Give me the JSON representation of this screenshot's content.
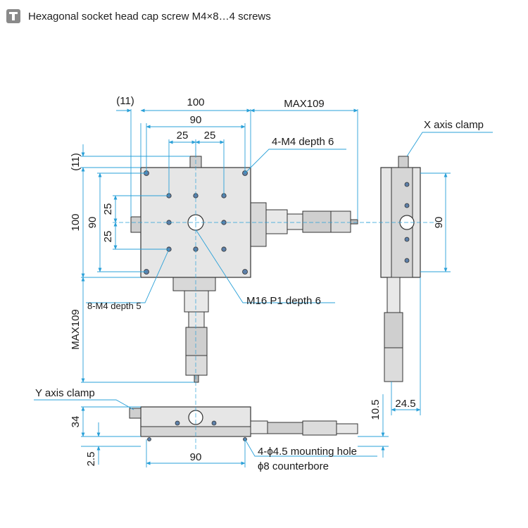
{
  "header": {
    "icon": "screw-icon",
    "text": "Hexagonal socket head cap screw M4×8…4 screws"
  },
  "colors": {
    "dimension_line": "#2aa0d8",
    "stage_body": "#e6e6e6",
    "hole": "#5c7fa8",
    "outline": "#333333"
  },
  "labels": {
    "dim_11_top": "(11)",
    "dim_100_top": "100",
    "dim_max109_top": "MAX109",
    "dim_90_top": "90",
    "dim_25_left": "25",
    "dim_25_right": "25",
    "dim_11_left": "(11)",
    "dim_100_left": "100",
    "dim_90_left": "90",
    "dim_25_upper": "25",
    "dim_25_lower": "25",
    "dim_max109_left": "MAX109",
    "callout_m4_depth6": "4-M4 depth 6",
    "callout_8m4_depth5": "8-M4 depth 5",
    "callout_m16": "M16 P1 depth 6",
    "x_axis_clamp": "X axis clamp",
    "y_axis_clamp": "Y axis clamp",
    "dim_90_side": "90",
    "dim_10_5": "10.5",
    "dim_24_5": "24.5",
    "dim_34": "34",
    "dim_2_5": "2.5",
    "dim_90_bottom": "90",
    "mounting_hole": "4-ϕ4.5 mounting hole",
    "counterbore": "ϕ8 counterbore"
  }
}
